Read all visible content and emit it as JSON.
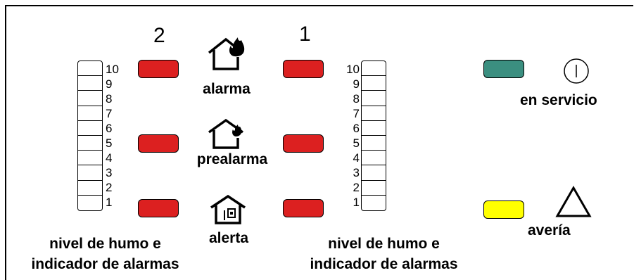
{
  "zones": {
    "left_number": "2",
    "right_number": "1"
  },
  "level_scale": [
    "10",
    "9",
    "8",
    "7",
    "6",
    "5",
    "4",
    "3",
    "2",
    "1"
  ],
  "states": {
    "alarm": {
      "label": "alarma",
      "icon": "house-fire-icon"
    },
    "prealarm": {
      "label": "prealarma",
      "icon": "house-small-fire-icon"
    },
    "alert": {
      "label": "alerta",
      "icon": "house-detector-icon"
    }
  },
  "captions": {
    "left": {
      "line1": "nivel de humo e",
      "line2": "indicador de alarmas"
    },
    "right": {
      "line1": "nivel de humo e",
      "line2": "indicador de alarmas"
    }
  },
  "status": {
    "service": {
      "label": "en servicio",
      "icon": "power-icon",
      "led_color": "#3b8f80"
    },
    "fault": {
      "label": "avería",
      "icon": "warning-triangle-icon",
      "led_color": "#ffff00"
    }
  },
  "colors": {
    "alarm_led": "#dc2020",
    "border": "#000000",
    "background": "#ffffff"
  }
}
